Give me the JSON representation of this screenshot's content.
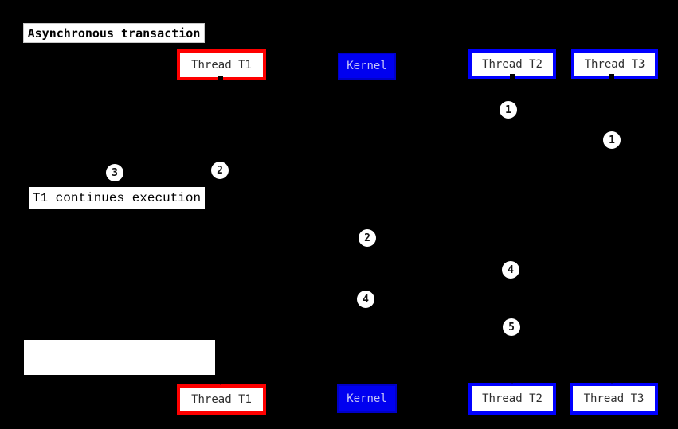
{
  "diagram": {
    "title": "Asynchronous transaction"
  },
  "participants": [
    {
      "id": "thread-t1",
      "label": "Thread T1",
      "accent_color": "#ff0000"
    },
    {
      "id": "kernel",
      "label": "Kernel",
      "accent_color": "#0000ff"
    },
    {
      "id": "thread-t2",
      "label": "Thread T2",
      "accent_color": "#0000ff"
    },
    {
      "id": "thread-t3",
      "label": "Thread T3",
      "accent_color": "#0000ff"
    }
  ],
  "badges": [
    "1",
    "1",
    "2",
    "3",
    "2",
    "4",
    "4",
    "5"
  ],
  "notes": {
    "t1_continues": "T1 continues execution",
    "blank": ""
  },
  "colors": {
    "background": "#000000",
    "thread_t1_border": "#ff0000",
    "thread_border": "#0000ff",
    "kernel_fill": "#0000f0",
    "kernel_text": "#c6c6f7",
    "box_fill": "#ffffff",
    "box_text": "#2e2e2e",
    "badge_fill": "#ffffff",
    "badge_text": "#111111"
  }
}
